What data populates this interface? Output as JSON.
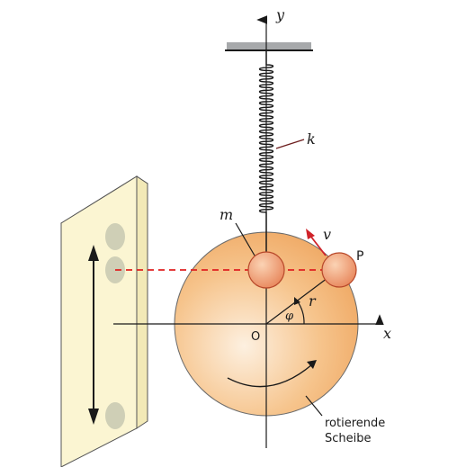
{
  "labels": {
    "axis_y": "y",
    "axis_x": "x",
    "spring": "k",
    "mass": "m",
    "velocity": "v",
    "point": "P",
    "radius": "r",
    "angle": "φ",
    "origin": "O",
    "disk_line1": "rotierende",
    "disk_line2": "Scheibe"
  },
  "colors": {
    "disk_light": "#fdf0e0",
    "disk_mid": "#f6c48c",
    "disk_dark": "#eea35c",
    "ball_fill": "#e8875c",
    "ball_stroke": "#b8482a",
    "screen_face": "#fbf5d2",
    "screen_side": "#f2e9b7",
    "shadow_spot": "#cfcfb6",
    "projection_line": "#e02020",
    "velocity_arrow": "#d0232a",
    "leader_line": "#6e1f1f",
    "ceiling_plate": "#a7a9ab"
  }
}
